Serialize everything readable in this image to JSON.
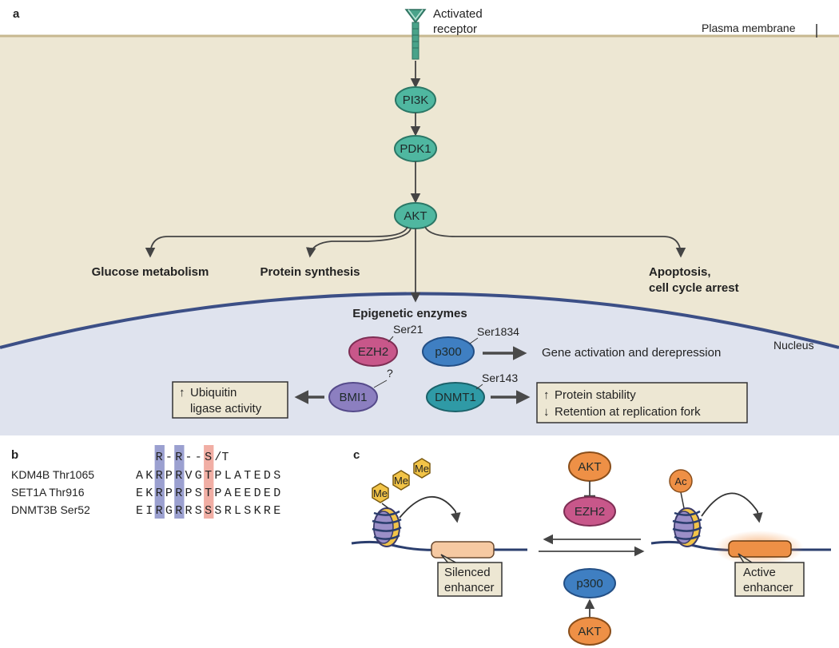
{
  "panels": {
    "a": "a",
    "b": "b",
    "c": "c"
  },
  "colors": {
    "cytoplasm": "#ede7d3",
    "nucleus": "#dfe3ee",
    "teal_node": "#4fb7a0",
    "ezh2": "#c8578a",
    "p300": "#3f7fc2",
    "bmi1": "#8c7fc0",
    "dnmt1": "#2f9aa6",
    "akt_orange": "#ee9046",
    "me_yellow": "#f2c448",
    "purple_highlight": "#8a8fc8",
    "red_highlight": "#f0a59a"
  },
  "panel_a": {
    "receptor_label_1": "Activated",
    "receptor_label_2": "receptor",
    "membrane_label": "Plasma membrane",
    "nodes": {
      "pi3k": "PI3K",
      "pdk1": "PDK1",
      "akt": "AKT"
    },
    "outcomes": {
      "glucose": "Glucose metabolism",
      "protein": "Protein synthesis",
      "apoptosis_1": "Apoptosis,",
      "apoptosis_2": "cell cycle arrest"
    },
    "epigenetic_label": "Epigenetic enzymes",
    "nucleus_label": "Nucleus",
    "enzymes": {
      "ezh2": "EZH2",
      "ezh2_site": "Ser21",
      "p300": "p300",
      "p300_site": "Ser1834",
      "bmi1": "BMI1",
      "bmi1_site": "?",
      "dnmt1": "DNMT1",
      "dnmt1_site": "Ser143"
    },
    "gene_activation": "Gene activation and derepression",
    "ubiquitin_box": {
      "arrow": "↑",
      "line1": "Ubiquitin",
      "line2": "ligase activity"
    },
    "stability_box": {
      "up": "↑",
      "line1": "Protein stability",
      "down": "↓",
      "line2": "Retention at replication fork"
    }
  },
  "panel_b": {
    "motif": [
      "R",
      "-",
      "R",
      "-",
      "-",
      "S",
      "/T"
    ],
    "rows": [
      {
        "label": "KDM4B Thr1065",
        "seq": [
          "A",
          "K",
          "R",
          "P",
          "R",
          "V",
          "G",
          "T",
          "P",
          "L",
          "A",
          "T",
          "E",
          "D",
          "S"
        ]
      },
      {
        "label": "SET1A Thr916",
        "seq": [
          "E",
          "K",
          "R",
          "P",
          "R",
          "P",
          "S",
          "T",
          "P",
          "A",
          "E",
          "E",
          "D",
          "E",
          "D"
        ]
      },
      {
        "label": "DNMT3B Ser52",
        "seq": [
          "E",
          "I",
          "R",
          "G",
          "R",
          "R",
          "S",
          "S",
          "S",
          "R",
          "L",
          "S",
          "K",
          "R",
          "E"
        ]
      }
    ]
  },
  "panel_c": {
    "me_labels": [
      "Me",
      "Me",
      "Me"
    ],
    "ac_label": "Ac",
    "akt_top": "AKT",
    "akt_bottom": "AKT",
    "ezh2": "EZH2",
    "p300": "p300",
    "silenced_1": "Silenced",
    "silenced_2": "enhancer",
    "active_1": "Active",
    "active_2": "enhancer"
  }
}
